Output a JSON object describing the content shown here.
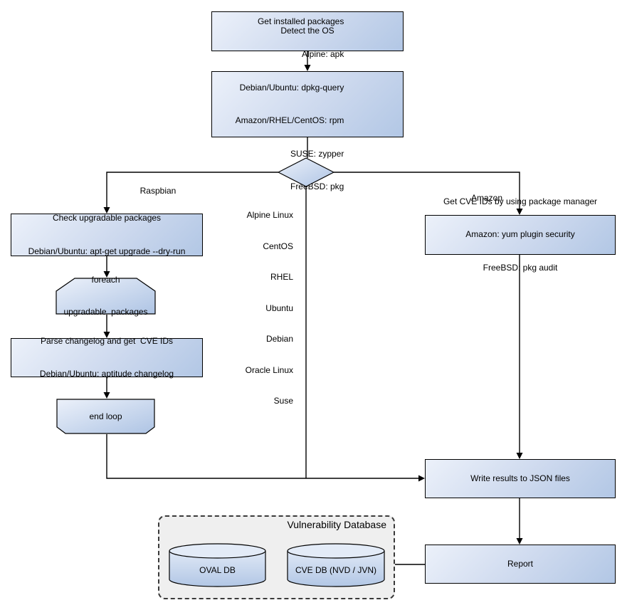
{
  "diagram": {
    "nodes": {
      "detect_os": {
        "label": "Detect the OS"
      },
      "get_packages": {
        "lines": [
          "Get installed packages",
          "Alpine: apk",
          "Debian/Ubuntu: dpkg-query",
          "Amazon/RHEL/CentOS: rpm",
          "SUSE: zypper",
          "FreeBSD: pkg"
        ]
      },
      "check_upgradable": {
        "lines": [
          "Check upgradable packages",
          "Debian/Ubuntu: apt-get upgrade --dry-run"
        ]
      },
      "foreach_loop": {
        "lines": [
          "foreach",
          "upgradable  packages"
        ]
      },
      "parse_changelog": {
        "lines": [
          "Parse changelog and get  CVE IDs",
          "Debian/Ubuntu: aptitude changelog"
        ]
      },
      "end_loop": {
        "label": "end loop"
      },
      "get_cve_by_pkg_mgr": {
        "lines": [
          "Get CVE IDs by using package manager",
          "Amazon: yum plugin security",
          "FreeBSD: pkg audit"
        ]
      },
      "write_results": {
        "label": "Write results to JSON files"
      },
      "report": {
        "label": "Report"
      },
      "vulnerability_database": {
        "title": "Vulnerability Database"
      },
      "oval_db": {
        "label": "OVAL DB"
      },
      "cve_db": {
        "label": "CVE DB (NVD / JVN)"
      }
    },
    "edge_labels": {
      "left_branch": "Raspbian",
      "middle_branch": [
        "Alpine Linux",
        "CentOS",
        "RHEL",
        "Ubuntu",
        "Debian",
        "Oracle Linux",
        "Suse"
      ],
      "right_branch": [
        "Amazon",
        "FreeBSD"
      ]
    },
    "colors": {
      "node_fill_light": "#ecf1fa",
      "node_fill_dark": "#b2c7e5",
      "node_border": "#000000",
      "connector": "#000000",
      "group_fill": "#efefef",
      "background": "#ffffff"
    }
  }
}
